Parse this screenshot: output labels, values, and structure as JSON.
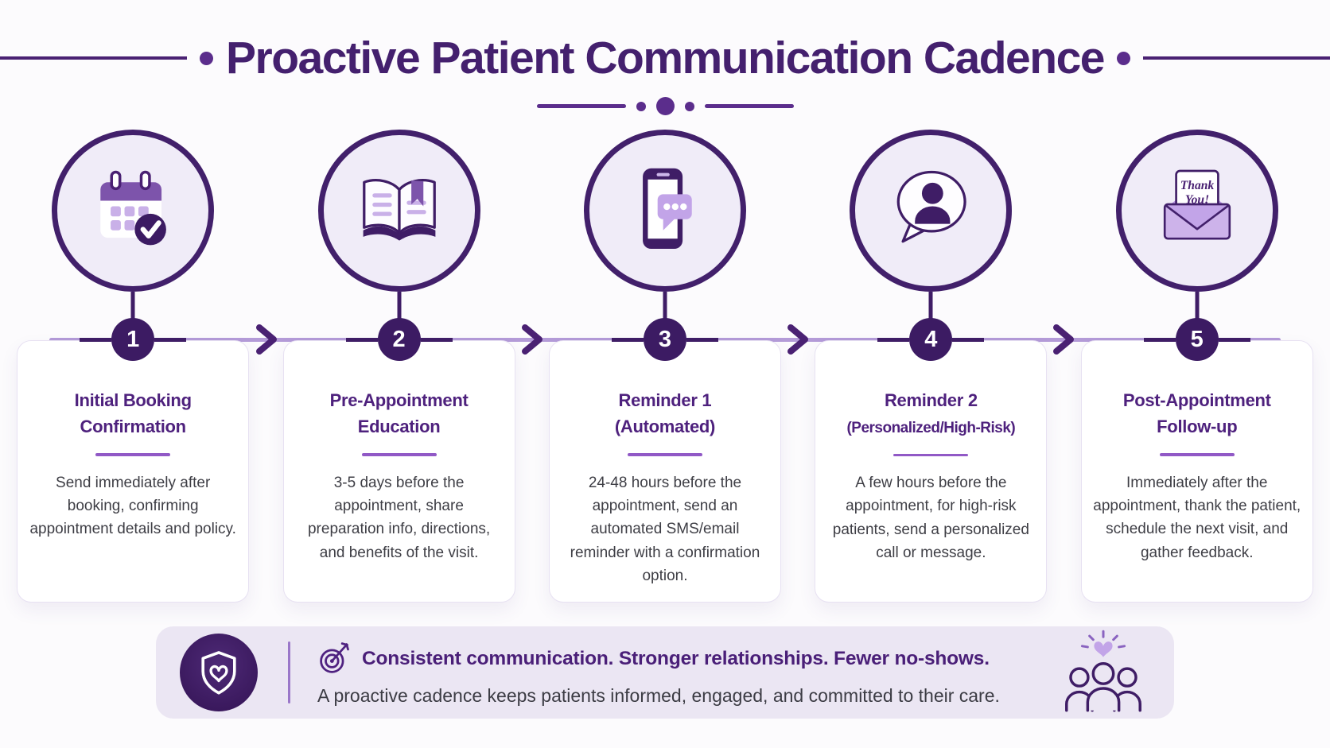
{
  "title": "Proactive Patient Communication Cadence",
  "steps": [
    {
      "number": "1",
      "icon": "calendar-check-icon",
      "title_line1": "Initial Booking",
      "title_line2": "Confirmation",
      "description": "Send immediately after booking, confirming appointment details and policy."
    },
    {
      "number": "2",
      "icon": "open-book-icon",
      "title_line1": "Pre-Appointment",
      "title_line2": "Education",
      "description": "3-5 days before the appointment, share preparation info, directions, and benefits of the visit."
    },
    {
      "number": "3",
      "icon": "phone-chat-icon",
      "title_line1": "Reminder 1",
      "title_line2": "(Automated)",
      "description": "24-48 hours before the appointment, send an automated SMS/email reminder with a confirmation option."
    },
    {
      "number": "4",
      "icon": "person-speech-bubble-icon",
      "title_line1": "Reminder 2",
      "title_line2": "(Personalized/High-Risk)",
      "description": "A few hours before the appointment, for high-risk patients, send a personalized call or message."
    },
    {
      "number": "5",
      "icon": "envelope-thank-you-icon",
      "title_line1": "Post-Appointment",
      "title_line2": "Follow-up",
      "description": "Immediately after the appointment, thank the patient, schedule the next visit, and gather feedback."
    }
  ],
  "envelope_card": {
    "line1": "Thank",
    "line2": "You!"
  },
  "footer": {
    "headline": "Consistent communication. Stronger relationships. Fewer no-shows.",
    "subtext": "A proactive cadence keeps patients informed, engaged, and committed to their care."
  },
  "colors": {
    "dark_purple": "#3f1d66",
    "title_purple": "#44206e",
    "heading_purple": "#4e217d",
    "accent_purple": "#9159c6",
    "track_light_purple": "#b49bd8",
    "icon_light_fill": "#c9aee8",
    "icon_circle_bg": "#f0ecf8",
    "banner_bg": "#ebe6f3",
    "body_text": "#3e3e45",
    "card_border": "#e7e1f2"
  }
}
